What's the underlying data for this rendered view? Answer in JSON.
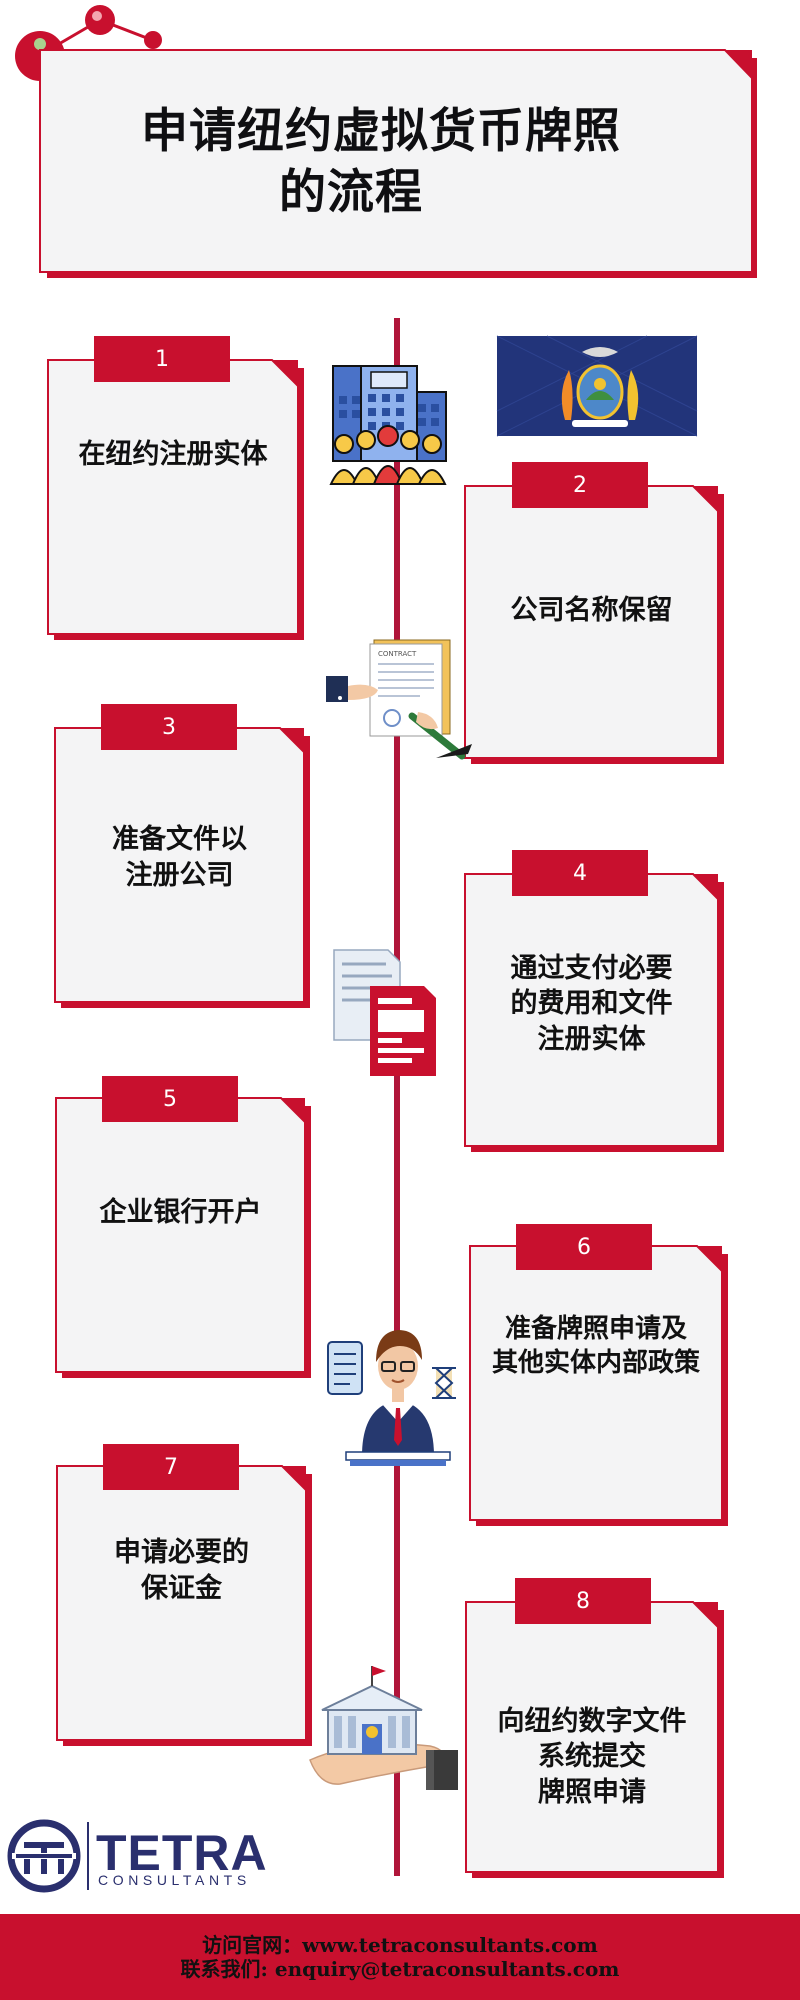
{
  "title": {
    "line1": "申请纽约虚拟货币牌照",
    "line2": "的流程"
  },
  "steps": [
    {
      "number": "1",
      "lines": [
        "在纽约注册实体"
      ]
    },
    {
      "number": "2",
      "lines": [
        "公司名称保留"
      ]
    },
    {
      "number": "3",
      "lines": [
        "准备文件以",
        "注册公司"
      ]
    },
    {
      "number": "4",
      "lines": [
        "通过支付必要",
        "的费用和文件",
        "注册实体"
      ]
    },
    {
      "number": "5",
      "lines": [
        "企业银行开户"
      ]
    },
    {
      "number": "6",
      "lines": [
        "准备牌照申请及",
        "其他实体内部政策"
      ]
    },
    {
      "number": "7",
      "lines": [
        "申请必要的",
        "保证金"
      ]
    },
    {
      "number": "8",
      "lines": [
        "向纽约数字文件",
        "系统提交",
        "牌照申请"
      ]
    }
  ],
  "logo": {
    "name": "TETRA",
    "tagline": "CONSULTANTS"
  },
  "footer": {
    "website_line": "访问官网：www.tetraconsultants.com",
    "contact_line": "联系我们: enquiry@tetraconsultants.com"
  },
  "colors": {
    "accent_red": "#c8102e",
    "card_background": "#f4f4f5",
    "logo_navy": "#2a2f6e",
    "timeline": "#b0153a"
  },
  "icons": {
    "step1": "office-people-icon",
    "flag": "new-york-flag",
    "step2": "contract-signing-icon",
    "step3": "documents-icon",
    "step6": "clerk-icon",
    "step7": "bank-in-hand-icon"
  }
}
